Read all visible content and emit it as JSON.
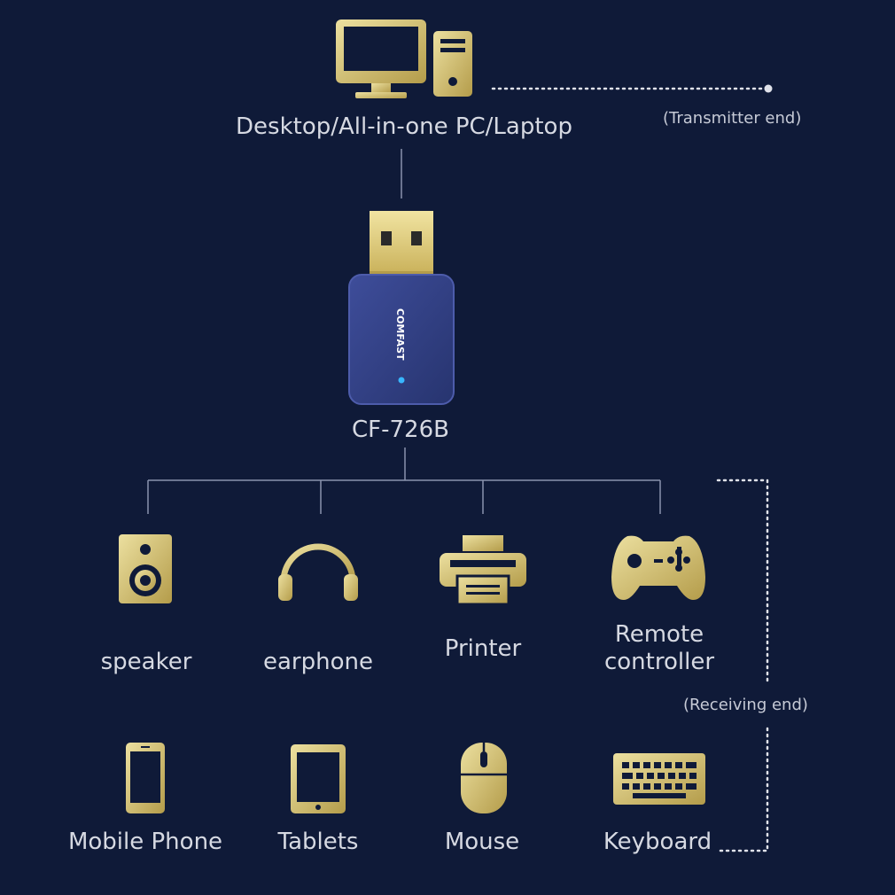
{
  "colors": {
    "background": "#0f1a38",
    "gold": "#d8c67a",
    "gold_dark": "#a8923f",
    "line": "#8a93ad",
    "dongle": "#2e3c82",
    "led": "#38b6ff"
  },
  "transmitter": {
    "label": "Desktop/All-in-one PC/Laptop",
    "end_label": "(Transmitter end)",
    "icons": [
      "monitor-icon",
      "pc-tower-icon"
    ]
  },
  "dongle": {
    "brand": "COMFAST",
    "model": "CF-726B"
  },
  "receiving_end_label": "(Receiving end)",
  "devices_row1": [
    {
      "icon": "speaker-icon",
      "label": "speaker"
    },
    {
      "icon": "headphones-icon",
      "label": "earphone"
    },
    {
      "icon": "printer-icon",
      "label": "Printer"
    },
    {
      "icon": "gamepad-icon",
      "label_line1": "Remote",
      "label_line2": "controller"
    }
  ],
  "devices_row2": [
    {
      "icon": "mobile-phone-icon",
      "label": "Mobile Phone"
    },
    {
      "icon": "tablet-icon",
      "label": "Tablets"
    },
    {
      "icon": "mouse-icon",
      "label": "Mouse"
    },
    {
      "icon": "keyboard-icon",
      "label": "Keyboard"
    }
  ]
}
